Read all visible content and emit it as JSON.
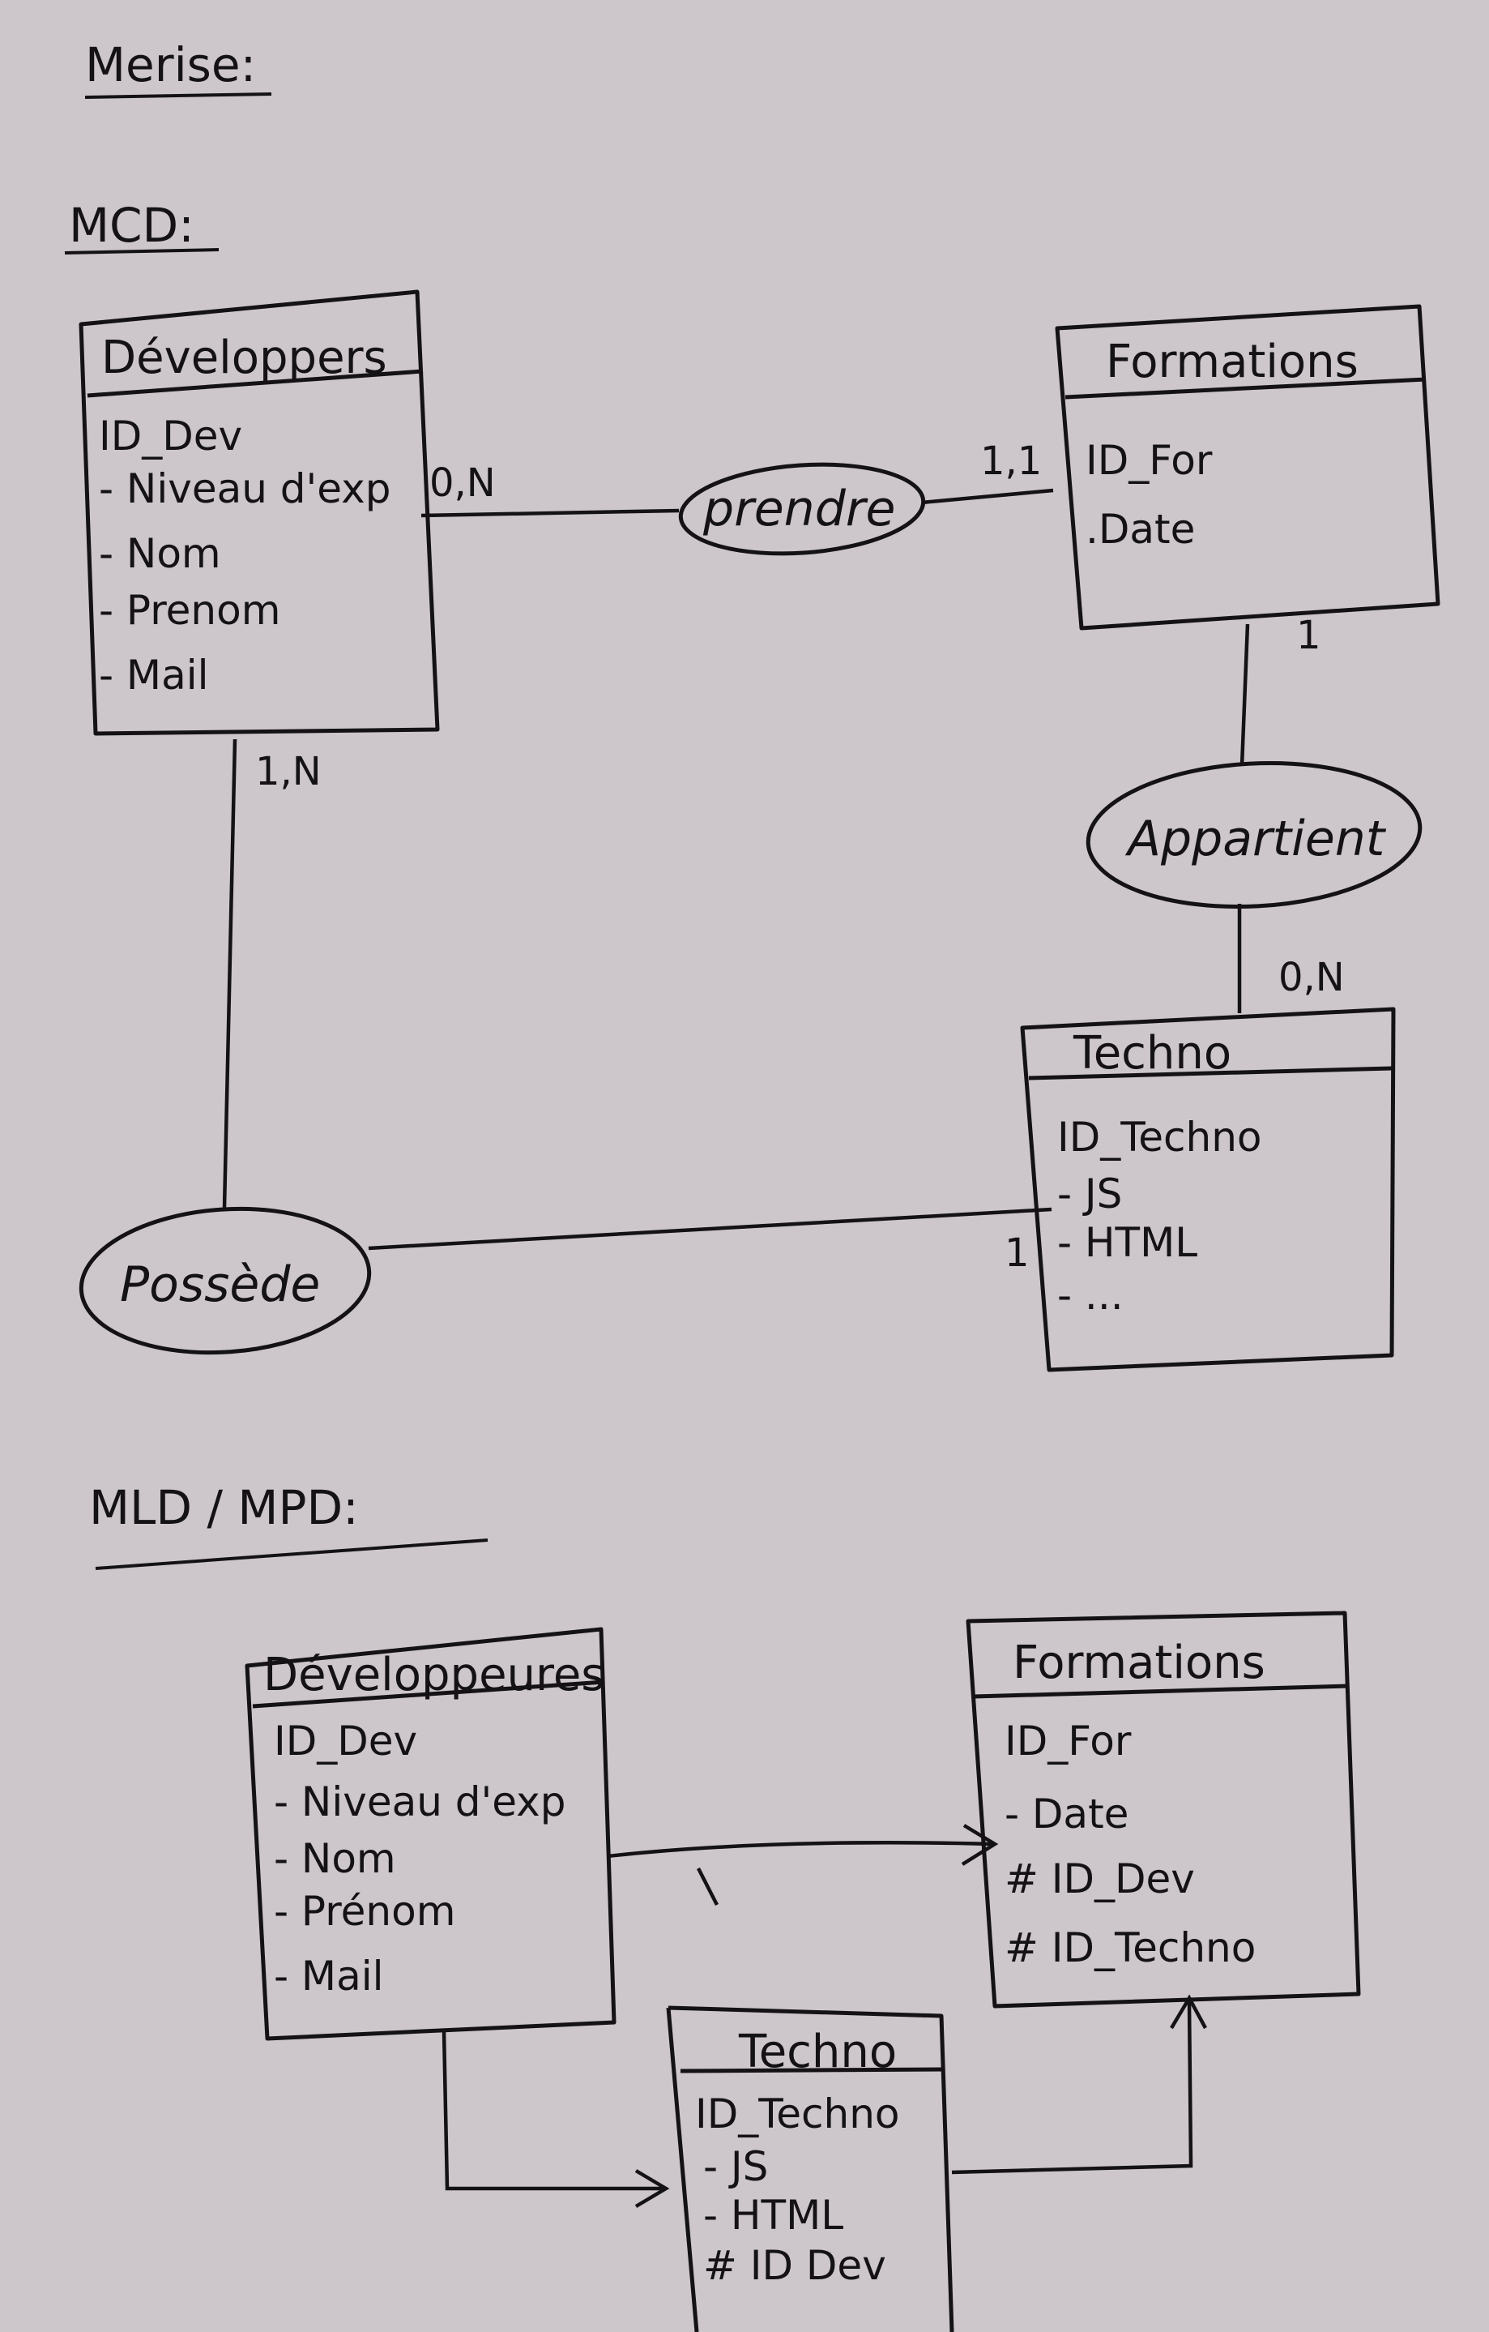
{
  "page": {
    "title": "Merise:",
    "mcd_heading": "MCD:",
    "mld_heading": "MLD / MPD:"
  },
  "mcd": {
    "entities": [
      {
        "name": "Développers",
        "attributes": [
          "ID_Dev",
          "- Niveau d'exp",
          "- Nom",
          "- Prenom",
          "- Mail"
        ]
      },
      {
        "name": "Formations",
        "attributes": [
          "ID_For",
          ".Date"
        ]
      },
      {
        "name": "Techno",
        "attributes": [
          "ID_Techno",
          "- JS",
          "- HTML",
          "- ..."
        ]
      }
    ],
    "relations": [
      {
        "name": "prendre",
        "card_left": "0,N",
        "card_right": "1,1"
      },
      {
        "name": "Appartient",
        "card_top": "1",
        "card_bottom": "0,N"
      },
      {
        "name": "Possède",
        "card_top": "1,N",
        "card_right": "1"
      }
    ]
  },
  "mld": {
    "entities": [
      {
        "name": "Développeures",
        "attributes": [
          "ID_Dev",
          "- Niveau d'exp",
          "- Nom",
          "- Prénom",
          "- Mail"
        ]
      },
      {
        "name": "Formations",
        "attributes": [
          "ID_For",
          "- Date",
          "# ID_Dev",
          "# ID_Techno"
        ]
      },
      {
        "name": "Techno",
        "attributes": [
          "ID_Techno",
          "- JS",
          "- HTML",
          "# ID Dev"
        ]
      }
    ]
  },
  "colors": {
    "ink": "#141214",
    "paper": "#cdc6ca"
  }
}
